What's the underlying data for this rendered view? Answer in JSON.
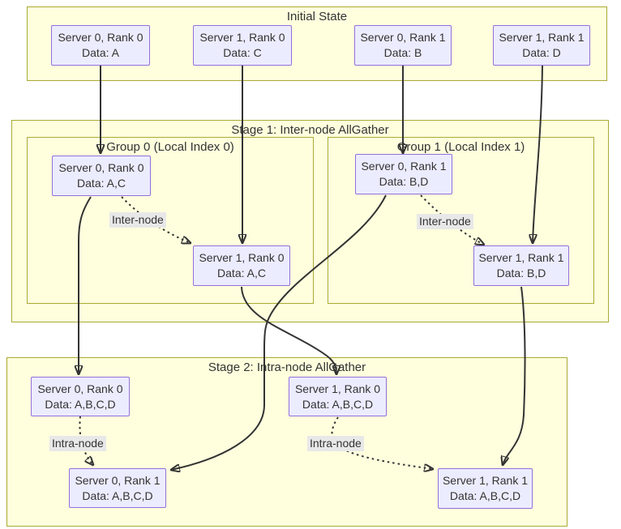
{
  "diagram": {
    "containers": {
      "initial": {
        "title": "Initial State"
      },
      "stage1": {
        "title": "Stage 1: Inter-node AllGather"
      },
      "group0": {
        "title": "Group 0 (Local Index 0)"
      },
      "group1": {
        "title": "Group 1 (Local Index 1)"
      },
      "stage2": {
        "title": "Stage 2: Intra-node AllGather"
      }
    },
    "nodes": {
      "init_s0r0": {
        "line1": "Server 0, Rank 0",
        "line2": "Data: A"
      },
      "init_s1r0": {
        "line1": "Server 1, Rank 0",
        "line2": "Data: C"
      },
      "init_s0r1": {
        "line1": "Server 0, Rank 1",
        "line2": "Data: B"
      },
      "init_s1r1": {
        "line1": "Server 1, Rank 1",
        "line2": "Data: D"
      },
      "stage1_s0r0": {
        "line1": "Server 0, Rank 0",
        "line2": "Data: A,C"
      },
      "stage1_s1r0": {
        "line1": "Server 1, Rank 0",
        "line2": "Data: A,C"
      },
      "stage1_s0r1": {
        "line1": "Server 0, Rank 1",
        "line2": "Data: B,D"
      },
      "stage1_s1r1": {
        "line1": "Server 1, Rank 1",
        "line2": "Data: B,D"
      },
      "stage2_s0r0": {
        "line1": "Server 0, Rank 0",
        "line2": "Data: A,B,C,D"
      },
      "stage2_s1r0": {
        "line1": "Server 1, Rank 0",
        "line2": "Data: A,B,C,D"
      },
      "stage2_s0r1": {
        "line1": "Server 0, Rank 1",
        "line2": "Data: A,B,C,D"
      },
      "stage2_s1r1": {
        "line1": "Server 1, Rank 1",
        "line2": "Data: A,B,C,D"
      }
    },
    "edge_labels": {
      "inter_group0": "Inter-node",
      "inter_group1": "Inter-node",
      "intra_left": "Intra-node",
      "intra_right": "Intra-node"
    },
    "colors": {
      "cluster_fill": "#ffffde",
      "cluster_border": "#aaaa33",
      "node_fill": "#ececff",
      "node_border": "#9370db",
      "edge_stroke": "#333333",
      "edge_label_bg": "#e8e8e8",
      "text": "#333333"
    }
  }
}
